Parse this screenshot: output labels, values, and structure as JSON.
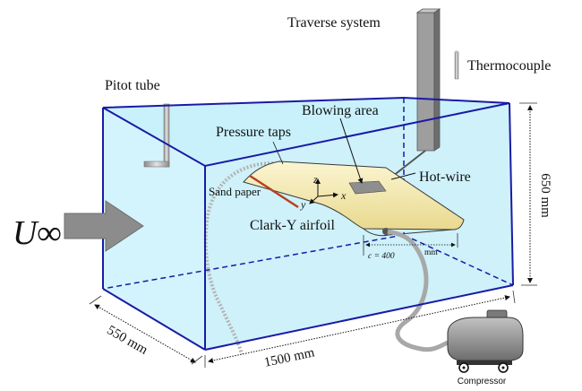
{
  "labels": {
    "traverse_system": "Traverse system",
    "thermocouple": "Thermocouple",
    "pitot_tube": "Pitot tube",
    "blowing_area": "Blowing area",
    "pressure_taps": "Pressure taps",
    "hot_wire": "Hot-wire",
    "sand_paper": "Sand paper",
    "airfoil": "Clark-Y airfoil",
    "chord": "c = 400",
    "chord_unit": "mm",
    "freestream": "U∞",
    "height_dim": "650 mm",
    "width_dim": "550 mm",
    "length_dim": "1500 mm",
    "compressor": "Compressor",
    "axis_x": "x",
    "axis_y": "y",
    "axis_z": "z"
  },
  "colors": {
    "tunnel_edge": "#1a1aa6",
    "tunnel_fill": "#c9f1fb",
    "airfoil_fill": "#f7edb5",
    "airfoil_edge": "#3a3a3a",
    "sand_strip": "#b7411d",
    "hose": "#a8a8a8",
    "arrow": "#8c8c8c",
    "probe": "#b5b5b5",
    "blowing_patch": "#8e8e8e",
    "compressor_body": "#9a9a9a"
  }
}
